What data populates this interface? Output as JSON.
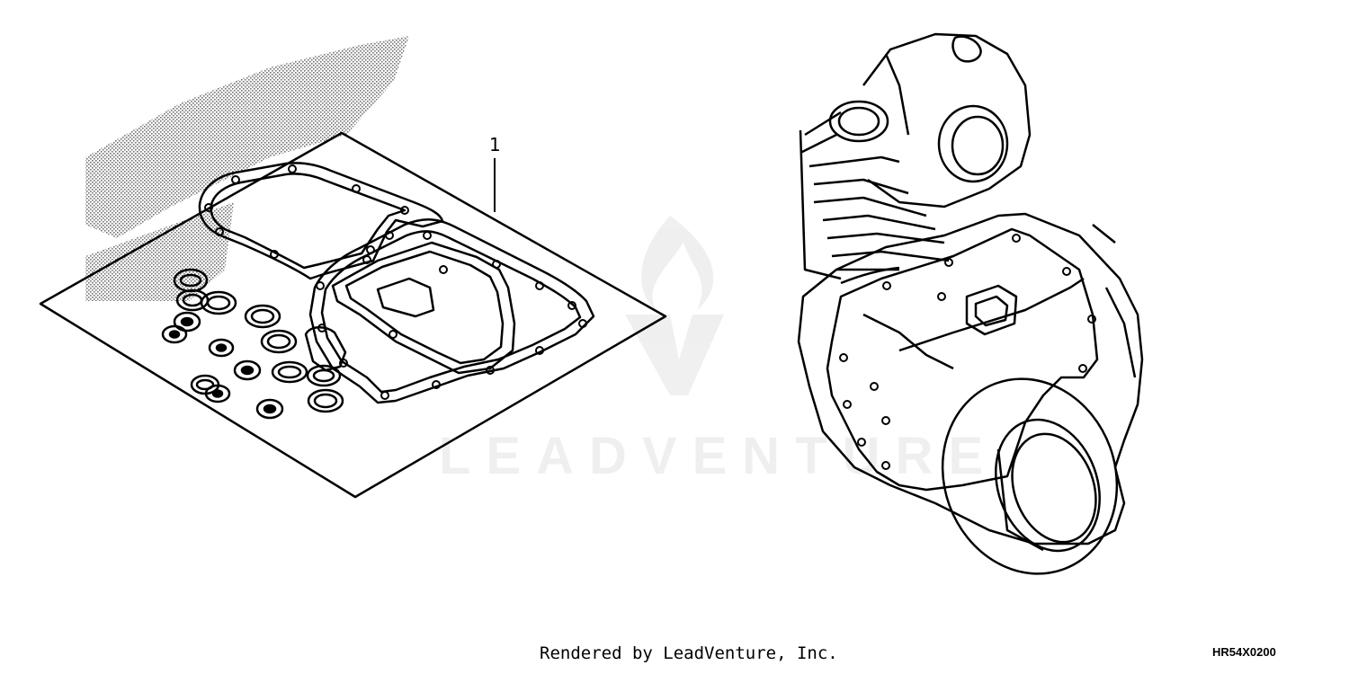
{
  "diagram": {
    "callouts": [
      {
        "number": "1"
      }
    ],
    "diagram_code": "HR54X0200",
    "footer": "Rendered by LeadVenture, Inc.",
    "watermark": "LEADVENTURE"
  }
}
